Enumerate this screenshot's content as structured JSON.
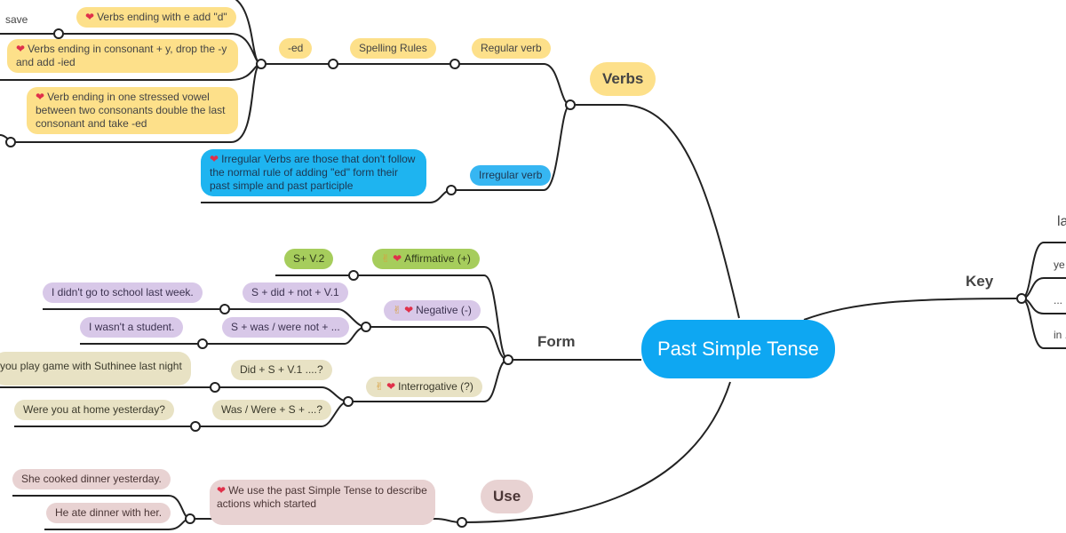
{
  "central_topic": "Past Simple Tense",
  "branches": {
    "verbs": {
      "label": "Verbs",
      "regular": {
        "label": "Regular verb",
        "spelling_rules": {
          "label": "Spelling Rules",
          "ed": {
            "label": "-ed",
            "rules": [
              "Verbs  ending with e add \"d\"",
              "Verbs ending in consonant + y, drop the -y and add -ied",
              "Verb ending in one  stressed vowel between two consonants double the last consonant and take -ed"
            ],
            "example_save": "save"
          }
        }
      },
      "irregular": {
        "label": "Irregular verb",
        "note": "Irregular Verbs are those that don't follow the normal rule of adding \"ed\" form their past simple and past participle"
      }
    },
    "form": {
      "label": "Form",
      "affirmative": {
        "label": "Affirmative (+)",
        "structure": "S+ V.2"
      },
      "negative": {
        "label": "Negative (-)",
        "structures": [
          {
            "structure": "S + did + not + V.1",
            "example": "I didn't go to school last week."
          },
          {
            "structure": "S + was / were not + ...",
            "example": "I wasn't a student."
          }
        ]
      },
      "interrogative": {
        "label": "Interrogative (?)",
        "structures": [
          {
            "structure": "Did + S + V.1 ....?",
            "example": "you play game with Suthinee last night"
          },
          {
            "structure": "Was / Were + S + ...?",
            "example": "Were you at home yesterday?"
          }
        ]
      }
    },
    "use": {
      "label": "Use",
      "note": "We use the past Simple Tense to describe actions which started",
      "examples": [
        "She cooked dinner yesterday.",
        "He ate dinner with her."
      ]
    },
    "key": {
      "label": "Key",
      "partial_items": [
        "la",
        "ye",
        "...",
        "in ..."
      ]
    }
  },
  "colors": {
    "central": "#0ea7f2",
    "verbs": "#fde08a",
    "irregular": "#36b6f2",
    "affirmative": "#a6cd5c",
    "negative": "#d8c8e8",
    "interrogative": "#e8e2c4",
    "use": "#e8d2d2",
    "heart_icon": "#e0304a"
  },
  "icons": {
    "heart": "heart-icon",
    "hand": "hand-icon"
  }
}
